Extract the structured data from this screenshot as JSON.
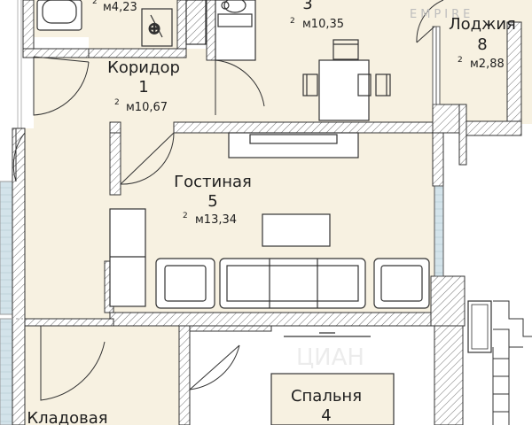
{
  "watermark": "EMPIRE",
  "watermark_bottom": "ЦИАН",
  "rooms": {
    "bath": {
      "area": "м4,23",
      "sup": "2"
    },
    "kitchen": {
      "num": "3",
      "area": "м10,35",
      "sup": "2"
    },
    "loggia": {
      "name": "Лоджия",
      "num": "8",
      "area": "м2,88",
      "sup": "2"
    },
    "corridor": {
      "name": "Коридор",
      "num": "1",
      "area": "м10,67",
      "sup": "2"
    },
    "living": {
      "name": "Гостиная",
      "num": "5",
      "area": "м13,34",
      "sup": "2"
    },
    "bedroom": {
      "name": "Спальня",
      "num": "4"
    },
    "storage": {
      "name": "Кладовая"
    }
  },
  "colors": {
    "floor": "#f7f1e1",
    "wall_fill": "#ffffff",
    "hatch": "#7a7a7a",
    "line": "#333333",
    "window": "#cfe1e8",
    "text": "#1e1e1e"
  }
}
